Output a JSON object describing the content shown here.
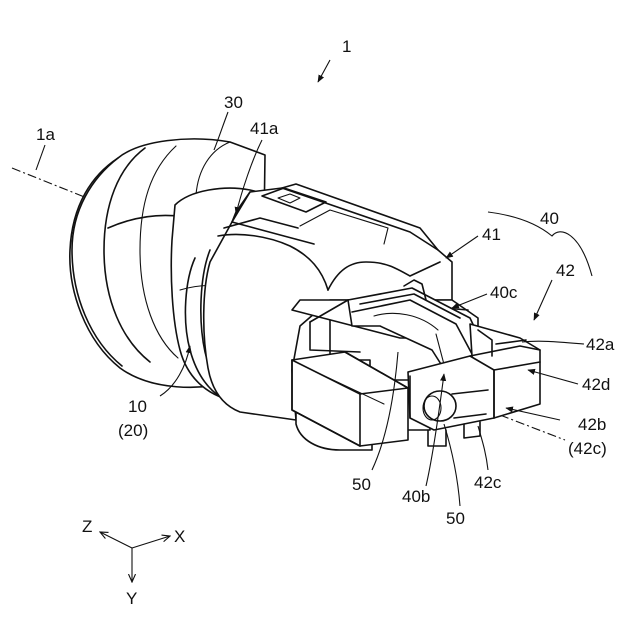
{
  "labels": {
    "assembly": "1",
    "axis": "1a",
    "ring": "30",
    "part_41a": "41a",
    "group_40": "40",
    "part_41": "41",
    "part_42": "42",
    "part_40c": "40c",
    "part_42a": "42a",
    "part_42d": "42d",
    "part_42b": "42b",
    "part_42c_paren": "(42c)",
    "part_10": "10",
    "part_20_paren": "(20)",
    "part_50_left": "50",
    "part_40b": "40b",
    "part_50_bottom": "50",
    "part_42c": "42c"
  },
  "axes": {
    "z": "Z",
    "x": "X",
    "y": "Y"
  }
}
